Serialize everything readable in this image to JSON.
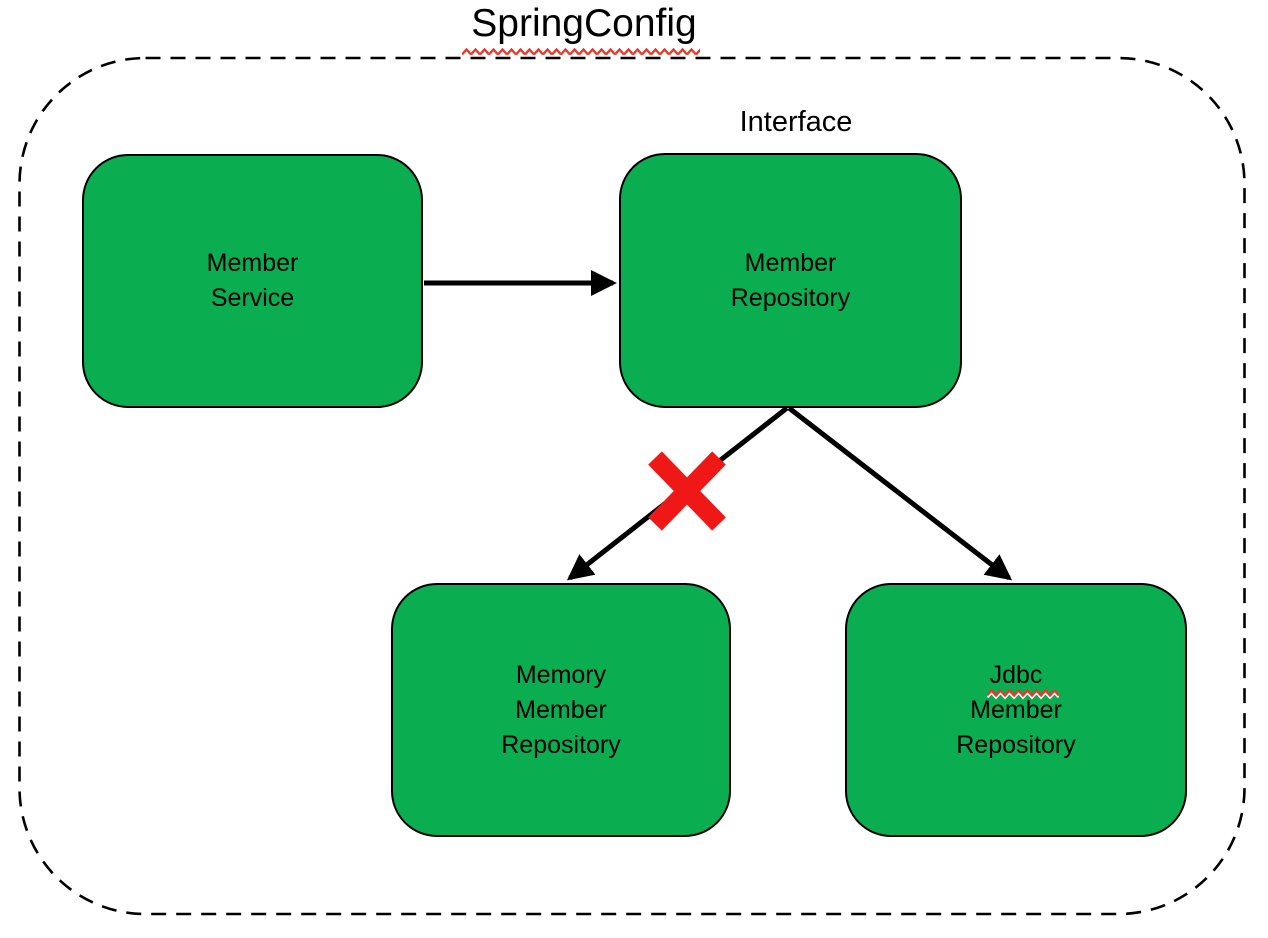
{
  "title": {
    "text": "SpringConfig",
    "spellcheck_underline": true
  },
  "annotations": {
    "interface_label": "Interface"
  },
  "nodes": {
    "member_service": {
      "label": "Member\nService"
    },
    "member_repository": {
      "label": "Member\nRepository"
    },
    "memory_member_repository": {
      "label": "Memory\nMember\nRepository"
    },
    "jdbc_member_repository": {
      "line1": "Jdbc",
      "line1_spellcheck_underline": true,
      "line2": "Member\nRepository"
    }
  },
  "edges": [
    {
      "from": "member_service",
      "to": "member_repository",
      "type": "arrow",
      "crossed_out": false
    },
    {
      "from": "member_repository",
      "to": "memory_member_repository",
      "type": "arrow",
      "crossed_out": true
    },
    {
      "from": "member_repository",
      "to": "jdbc_member_repository",
      "type": "arrow",
      "crossed_out": false
    }
  ],
  "colors": {
    "node_fill": "#0bad51",
    "node_border": "#000000",
    "arrow": "#000000",
    "cross_mark": "#f01717",
    "spellcheck_underline": "#e5392b",
    "container_border": "#000000",
    "background": "#ffffff",
    "text": "#000000"
  }
}
